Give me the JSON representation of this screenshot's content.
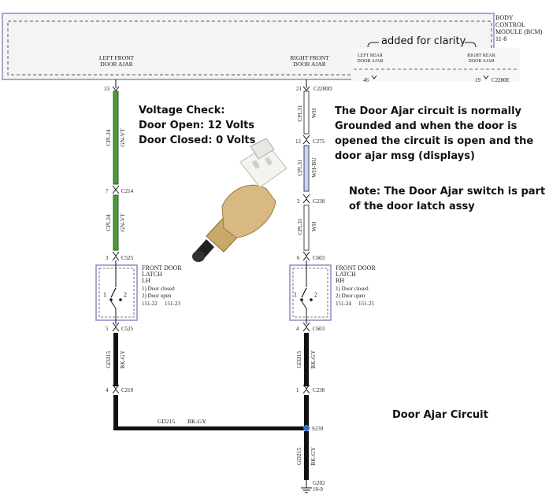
{
  "bcm": {
    "title_line1": "BODY",
    "title_line2": "CONTROL",
    "title_line3": "MODULE (BCM)",
    "ref": "11-8",
    "left_front_label_1": "LEFT FRONT",
    "left_front_label_2": "DOOR AJAR",
    "right_front_label_1": "RIGHT FRONT",
    "right_front_label_2": "DOOR AJAR",
    "left_rear_label_1": "LEFT REAR",
    "left_rear_label_2": "DOOR AJAR",
    "right_rear_label_1": "RIGHT REAR",
    "right_rear_label_2": "DOOR AJAR",
    "added_note": "added for clarity",
    "left_rear_pin": "46",
    "right_rear_pin": "19",
    "right_rear_connector": "C2280E"
  },
  "left": {
    "pin_top": "33",
    "wire1_circuit": "CPL24",
    "wire1_color": "GN-VT",
    "conn1_pin": "7",
    "conn1": "C214",
    "wire2_circuit": "CPL24",
    "wire2_color": "GN-VT",
    "latch_top_pin": "3",
    "latch_top_conn": "C525",
    "latch_title_1": "FRONT DOOR",
    "latch_title_2": "LATCH",
    "latch_side": "LH",
    "state1": "1) Door closed",
    "state2": "2) Door open",
    "ref_a": "151-22",
    "ref_b": "151-23",
    "latch_bot_pin": "5",
    "latch_bot_conn": "C525",
    "gnd_circuit": "GD215",
    "gnd_color": "BK-GY",
    "conn2_pin": "4",
    "conn2": "C210",
    "switch_pos1": "1",
    "switch_pos2": "2"
  },
  "right": {
    "pin_top": "21",
    "conn_top": "C2280D",
    "wire1_circuit": "CPL31",
    "wire1_color": "WH",
    "conn1_pin": "12",
    "conn1": "C275",
    "wire2_circuit": "CPL31",
    "wire2_color": "WH-BU",
    "conn2_pin": "3",
    "conn2": "C238",
    "wire3_circuit": "CPL31",
    "wire3_color": "WH",
    "latch_top_pin": "6",
    "latch_top_conn": "C603",
    "latch_title_1": "FRONT DOOR",
    "latch_title_2": "LATCH",
    "latch_side": "RH",
    "state1": "1) Door closed",
    "state2": "2) Door open",
    "ref_a": "151-24",
    "ref_b": "151-25",
    "latch_bot_pin": "4",
    "latch_bot_conn": "C603",
    "gnd_circuit": "GD215",
    "gnd_color": "BK-GY",
    "conn3_pin": "1",
    "conn3": "C238",
    "switch_pos1": "1",
    "switch_pos2": "2"
  },
  "ground": {
    "bus_circuit": "GD215",
    "bus_color": "BK-GY",
    "splice": "S239",
    "wire_circuit": "GD215",
    "wire_color": "BK-GY",
    "ground_id": "G202",
    "ground_ref": "10-9"
  },
  "notes": {
    "voltage_title": "Voltage Check:",
    "voltage_open": "Door Open: 12 Volts",
    "voltage_closed": "Door Closed: 0 Volts",
    "circuit_1": "The Door Ajar circuit is normally",
    "circuit_2": "Grounded and when the door is",
    "circuit_3": "opened the circuit is open and the",
    "circuit_4": "door ajar msg (displays)",
    "switch_1": "Note: The Door Ajar switch is part",
    "switch_2": "of the door latch assy",
    "caption": "Door Ajar Circuit"
  },
  "colors": {
    "green_wire": "#4e9a3a",
    "black_wire": "#111111",
    "white_wire": "#ffffff",
    "bu_wire": "#c9d6ff",
    "module_outline": "#8c8cc6",
    "splice": "#2f6fd6"
  }
}
